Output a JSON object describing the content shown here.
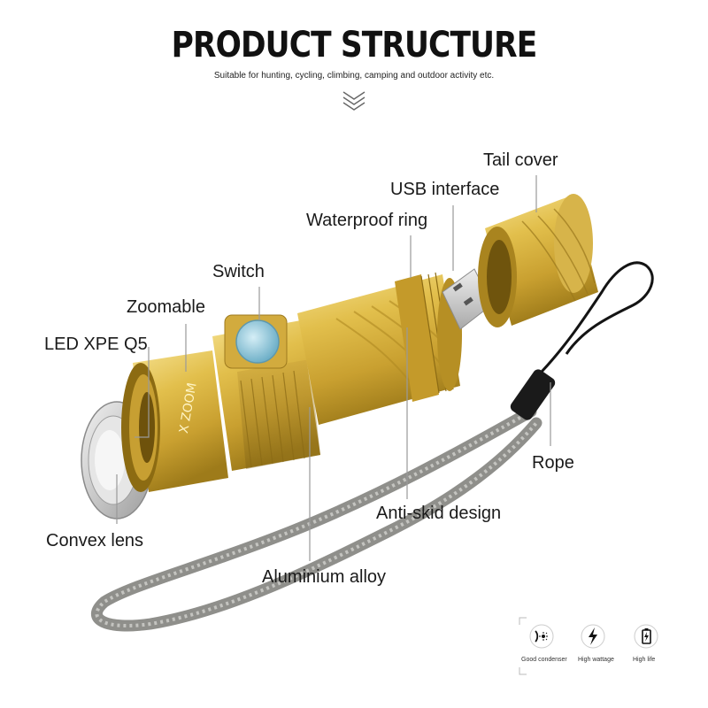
{
  "header": {
    "title": "PRODUCT STRUCTURE",
    "subtitle": "Suitable for hunting, cycling, climbing, camping and outdoor activity etc."
  },
  "product": {
    "engraving": "X ZOOM",
    "colors": {
      "gold": "#d9b43a",
      "gold_dark": "#a8841c",
      "gold_light": "#f3dc86",
      "switch": "#8ec8dc",
      "rope": "#9a9a96",
      "usb": "#c7c7c7"
    }
  },
  "labels": {
    "tail_cover": "Tail cover",
    "usb_interface": "USB interface",
    "waterproof_ring": "Waterproof ring",
    "switch": "Switch",
    "zoomable": "Zoomable",
    "led": "LED XPE Q5",
    "rope": "Rope",
    "anti_skid": "Anti-skid design",
    "convex_lens": "Convex lens",
    "aluminium": "Aluminium alloy"
  },
  "features": [
    {
      "icon": "condenser-icon",
      "label": "Good condenser"
    },
    {
      "icon": "lightning-icon",
      "label": "High wattage"
    },
    {
      "icon": "battery-icon",
      "label": "High life"
    }
  ]
}
